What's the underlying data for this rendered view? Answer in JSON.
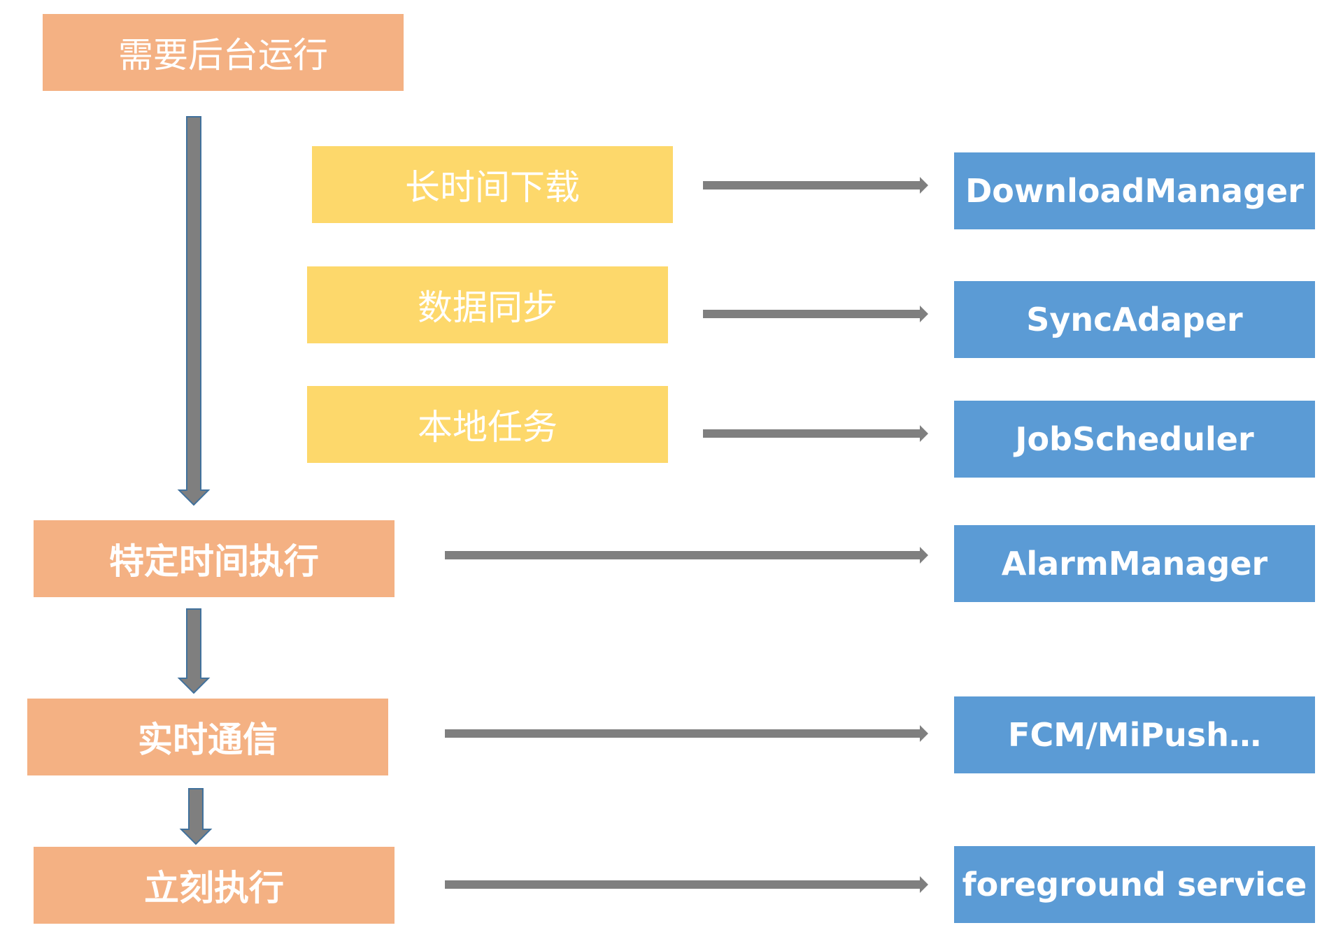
{
  "colors": {
    "category_box": "#F4B183",
    "subcategory_box": "#FDD86B",
    "solution_box": "#5B9BD5",
    "flow_arrow": "#7F7F7F",
    "down_arrow_outline": "#41719C",
    "text": "#FFFFFF"
  },
  "categories": {
    "background": "需要后台运行",
    "scheduled": "特定时间执行",
    "realtime": "实时通信",
    "immediate": "立刻执行"
  },
  "subcategories": {
    "long_download": "长时间下载",
    "data_sync": "数据同步",
    "local_task": "本地任务"
  },
  "solutions": {
    "download_manager": "DownloadManager",
    "sync_adapter": "SyncAdaper",
    "job_scheduler": "JobScheduler",
    "alarm_manager": "AlarmManager",
    "fcm_mipush": "FCM/MiPush…",
    "foreground_service": "foreground service"
  }
}
